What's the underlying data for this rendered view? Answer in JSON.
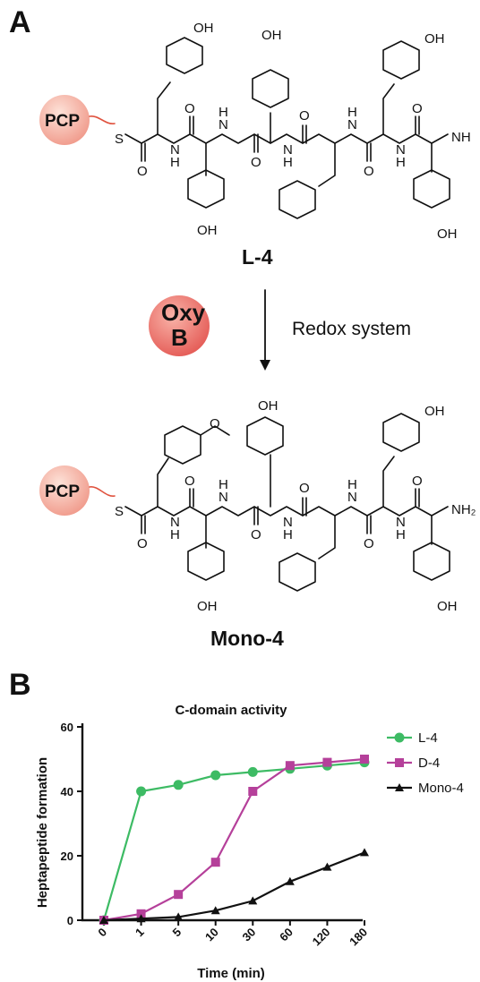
{
  "panels": {
    "a": "A",
    "b": "B"
  },
  "scheme": {
    "carrier_label": "PCP",
    "substrate_label": "L-4",
    "enzyme_label_line1": "Oxy",
    "enzyme_label_line2": "B",
    "reagent_label": "Redox system",
    "product_label": "Mono-4",
    "atoms": {
      "hydroxyl": "OH",
      "amine": "NH",
      "amine2": "NH₂",
      "oxygen": "O",
      "sulfur": "S",
      "nitrogen_h": "H",
      "nitrogen": "N"
    }
  },
  "chart_data": {
    "type": "line",
    "title": "C-domain activity",
    "xlabel": "Time (min)",
    "ylabel": "Heptapeptide formation",
    "categories": [
      "0",
      "1",
      "5",
      "10",
      "30",
      "60",
      "120",
      "180"
    ],
    "ylim": [
      0,
      60
    ],
    "yticks": [
      0,
      20,
      40,
      60
    ],
    "legend_position": "right",
    "series": [
      {
        "name": "L-4",
        "marker": "circle",
        "color": "#3dbb64",
        "values": [
          0,
          40,
          42,
          45,
          46,
          47,
          48,
          49
        ]
      },
      {
        "name": "D-4",
        "marker": "square",
        "color": "#b5409a",
        "values": [
          0,
          2,
          8,
          18,
          40,
          48,
          49,
          50
        ]
      },
      {
        "name": "Mono-4",
        "marker": "triangle",
        "color": "#111111",
        "values": [
          0,
          0.5,
          1,
          3,
          6,
          12,
          16.5,
          21
        ]
      }
    ]
  }
}
